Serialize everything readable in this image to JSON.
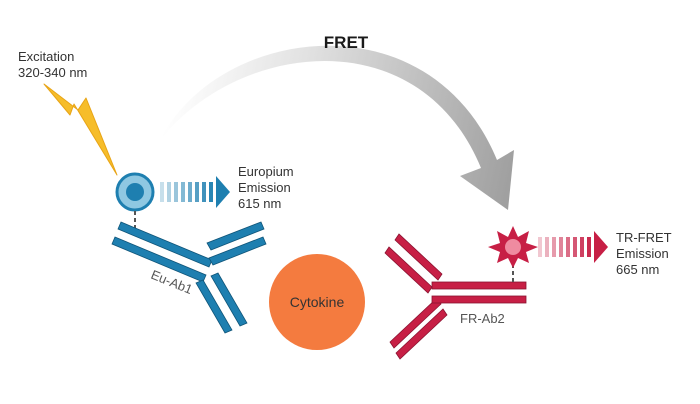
{
  "title": "FRET",
  "excitation": {
    "line1": "Excitation",
    "line2": "320-340 nm"
  },
  "europium_emission": {
    "line1": "Europium",
    "line2": "Emission",
    "line3": "615 nm"
  },
  "tr_fret_emission": {
    "line1": "TR-FRET",
    "line2": "Emission",
    "line3": "665 nm"
  },
  "labels": {
    "eu_ab1": "Eu-Ab1",
    "fr_ab2": "FR-Ab2",
    "cytokine": "Cytokine"
  },
  "colors": {
    "blue": "#1e7fb0",
    "blue_light": "#8fc8e2",
    "crimson": "#c71f45",
    "crimson_light": "#ef8ba0",
    "orange": "#f47b3f",
    "lightning": "#f6bd2a",
    "arrow_gray": "#9e9e9e"
  }
}
